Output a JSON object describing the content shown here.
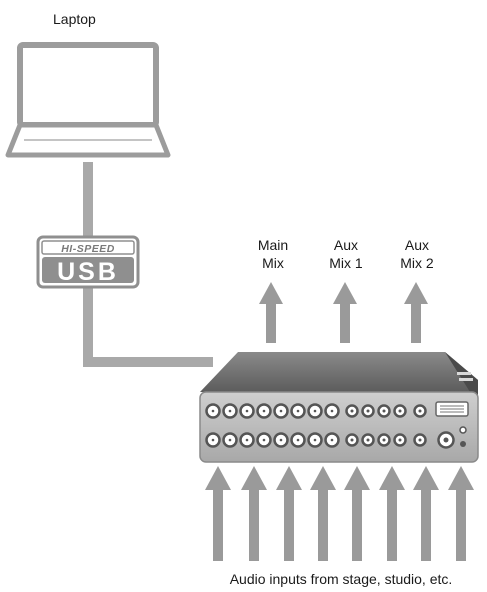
{
  "laptop": {
    "label": "Laptop"
  },
  "usb_badge": {
    "top_text": "HI-SPEED",
    "main_text": "USB"
  },
  "outputs": [
    {
      "line1": "Main",
      "line2": "Mix"
    },
    {
      "line1": "Aux",
      "line2": "Mix 1"
    },
    {
      "line1": "Aux",
      "line2": "Mix 2"
    }
  ],
  "inputs": {
    "caption": "Audio inputs from stage, studio, etc."
  },
  "colors": {
    "line": "#a9a9a9",
    "arrow": "#9a9a9a",
    "device_top": "#6b6b6b",
    "device_front": "#b9b9b9",
    "laptop_outline": "#999999"
  }
}
